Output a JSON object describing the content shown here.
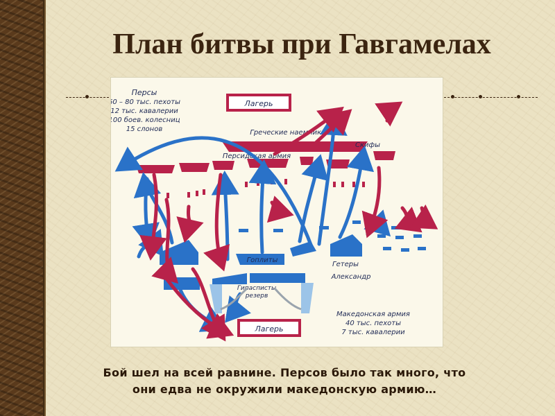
{
  "slide": {
    "title": "План битвы при Гавгамелах",
    "caption_line1": "Бой шел на всей равнине. Персов было так много, что",
    "caption_line2": "они едва не окружили македонскую армию…"
  },
  "colors": {
    "persian": "#b8224a",
    "macedonian": "#2a72c8",
    "map_text": "#1f2a55",
    "title": "#3b2410"
  },
  "map": {
    "persian_camp": "Лагерь",
    "macedonian_camp": "Лагерь",
    "persians_legend": [
      "Персы",
      "60 – 80 тыс. пехоты",
      "12 тыс. кавалерии",
      "100 боев. колесниц",
      "15 слонов"
    ],
    "greek_mercenaries": "Греческие наемники",
    "persian_army": "Персидская армия",
    "scythians": "Скифы",
    "hoplites": "Гоплиты",
    "hetairoi": "Гетеры",
    "alexander": "Александр",
    "hypaspists": "Гипасписты",
    "reserve": "резерв",
    "macedonian_legend": [
      "Македонская армия",
      "40 тыс. пехоты",
      "7 тыс. кавалерии"
    ]
  }
}
